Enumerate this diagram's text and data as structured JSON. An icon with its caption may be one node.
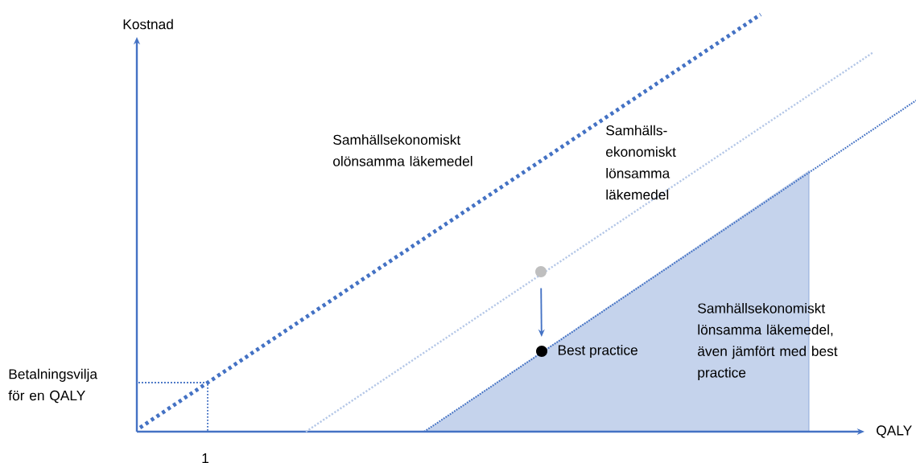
{
  "diagram": {
    "nodes": [
      {
        "text": [],
        "shape": "circle"
      },
      {
        "text": [],
        "shape": "circle",
        "beside": [
          "Best practice"
        ]
      }
    ],
    "edges": [
      {
        "from": 0,
        "to": 1,
        "arrow": "to"
      }
    ],
    "labels": [
      "Kostnad",
      "Samhällsekonomiskt olönsamma läkemedel",
      "Samhälls- ekonomiskt lönsamma läkemedel",
      "Samhällsekonomiskt lönsamma läkemedel, även jämfört med best practice",
      "Betalningsvilja för en QALY",
      "QALY",
      "1"
    ]
  }
}
